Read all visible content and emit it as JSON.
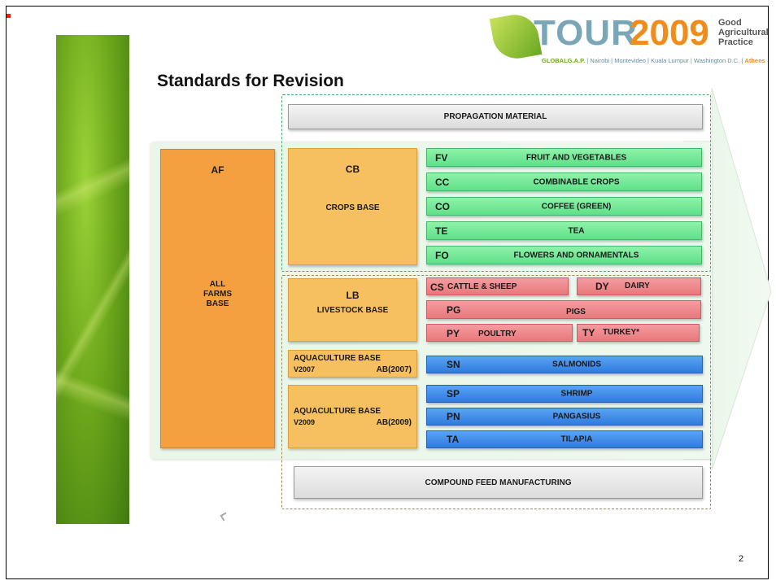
{
  "slide": {
    "title": "Standards for Revision",
    "page_number": "2"
  },
  "logo": {
    "tour": "TOUR",
    "year": "2009",
    "tagline": "Good Agricultural Practice",
    "sub_brand": "GLOBALG.A.P.",
    "sub_cities": " | Nairobi | Montevideo | Kuala Lumpur | Washington D.C. | ",
    "sub_last": "Athens"
  },
  "diagram": {
    "propagation": "PROPAGATION MATERIAL",
    "compound": "COMPOUND FEED MANUFACTURING",
    "af": {
      "code": "AF",
      "label": "ALL\nFARMS\nBASE"
    },
    "cb": {
      "code": "CB",
      "label": "CROPS BASE"
    },
    "lb": {
      "code": "LB",
      "label": "LIVESTOCK BASE"
    },
    "ab2007": {
      "label": "AQUACULTURE BASE",
      "version": "V2007",
      "code": "AB(2007)"
    },
    "ab2009": {
      "label": "AQUACULTURE BASE",
      "version": "V2009",
      "code": "AB(2009)"
    },
    "crops": [
      {
        "code": "FV",
        "label": "FRUIT AND VEGETABLES"
      },
      {
        "code": "CC",
        "label": "COMBINABLE CROPS"
      },
      {
        "code": "CO",
        "label": "COFFEE (GREEN)"
      },
      {
        "code": "TE",
        "label": "TEA"
      },
      {
        "code": "FO",
        "label": "FLOWERS AND ORNAMENTALS"
      }
    ],
    "livestock": {
      "cs": {
        "code": "CS",
        "label": "CATTLE & SHEEP"
      },
      "dy": {
        "code": "DY",
        "label": "DAIRY"
      },
      "pg": {
        "code": "PG",
        "label": "PIGS"
      },
      "py": {
        "code": "PY",
        "label": "POULTRY"
      },
      "ty": {
        "code": "TY",
        "label": "TURKEY*"
      }
    },
    "aqua": [
      {
        "code": "SN",
        "label": "SALMONIDS"
      },
      {
        "code": "SP",
        "label": "SHRIMP"
      },
      {
        "code": "PN",
        "label": "PANGASIUS"
      },
      {
        "code": "TA",
        "label": "TILAPIA"
      }
    ]
  },
  "colors": {
    "crops": "#6fe893",
    "livestock": "#ee8a8e",
    "aqua": "#3f8cea",
    "base": "#f4a040",
    "sub_base": "#f6c060"
  }
}
